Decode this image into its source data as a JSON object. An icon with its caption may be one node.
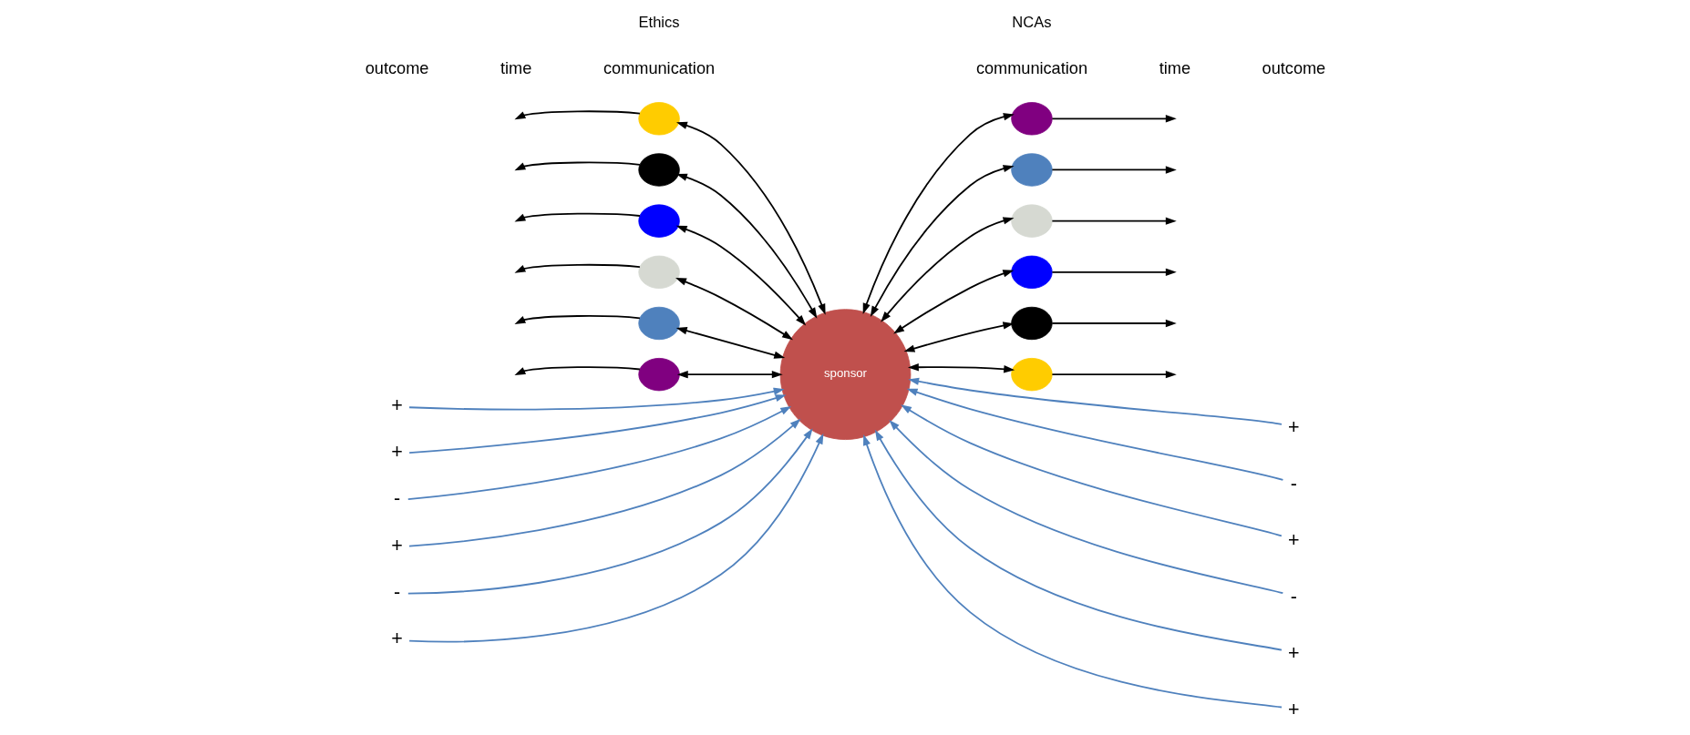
{
  "diagram": {
    "nodes": [
      {
        "text": [
          "sponsor"
        ]
      },
      {
        "text": [],
        "shape": "circle"
      },
      {
        "text": [],
        "shape": "circle"
      },
      {
        "text": [],
        "shape": "circle"
      },
      {
        "text": [],
        "shape": "circle"
      },
      {
        "text": [],
        "shape": "circle"
      },
      {
        "text": [],
        "shape": "circle"
      },
      {
        "text": [],
        "shape": "circle"
      },
      {
        "text": [],
        "shape": "circle"
      },
      {
        "text": [],
        "shape": "circle"
      },
      {
        "text": [],
        "shape": "circle"
      },
      {
        "text": [],
        "shape": "circle"
      },
      {
        "text": [],
        "shape": "circle"
      },
      {
        "text": [
          "+"
        ]
      },
      {
        "text": [
          "+"
        ]
      },
      {
        "text": [
          "-"
        ]
      },
      {
        "text": [
          "+"
        ]
      },
      {
        "text": [
          "-"
        ]
      },
      {
        "text": [
          "+"
        ]
      },
      {
        "text": [
          "+"
        ]
      },
      {
        "text": [
          "-"
        ]
      },
      {
        "text": [
          "+"
        ]
      },
      {
        "text": [
          "-"
        ]
      },
      {
        "text": [
          "+"
        ]
      },
      {
        "text": [
          "+"
        ]
      }
    ],
    "edges": [
      {
        "from": 1,
        "to": 0,
        "arrow": "both"
      },
      {
        "from": 2,
        "to": 0,
        "arrow": "both"
      },
      {
        "from": 3,
        "to": 0,
        "arrow": "both"
      },
      {
        "from": 4,
        "to": 0,
        "arrow": "both"
      },
      {
        "from": 5,
        "to": 0,
        "arrow": "both"
      },
      {
        "from": 6,
        "to": 0,
        "arrow": "both"
      },
      {
        "from": 7,
        "to": 0,
        "arrow": "both"
      },
      {
        "from": 8,
        "to": 0,
        "arrow": "both"
      },
      {
        "from": 9,
        "to": 0,
        "arrow": "both"
      },
      {
        "from": 10,
        "to": 0,
        "arrow": "both"
      },
      {
        "from": 11,
        "to": 0,
        "arrow": "both"
      },
      {
        "from": 12,
        "to": 0,
        "arrow": "both"
      },
      {
        "from": 1,
        "to": null,
        "arrow": "to"
      },
      {
        "from": 2,
        "to": null,
        "arrow": "to"
      },
      {
        "from": 3,
        "to": null,
        "arrow": "to"
      },
      {
        "from": 4,
        "to": null,
        "arrow": "to"
      },
      {
        "from": 5,
        "to": null,
        "arrow": "to"
      },
      {
        "from": 6,
        "to": null,
        "arrow": "to"
      },
      {
        "from": 7,
        "to": null,
        "arrow": "to"
      },
      {
        "from": 8,
        "to": null,
        "arrow": "to"
      },
      {
        "from": 9,
        "to": null,
        "arrow": "to"
      },
      {
        "from": 10,
        "to": null,
        "arrow": "to"
      },
      {
        "from": 11,
        "to": null,
        "arrow": "to"
      },
      {
        "from": 12,
        "to": null,
        "arrow": "to"
      },
      {
        "from": 13,
        "to": 0,
        "arrow": "to",
        "color": "#4f81bd"
      },
      {
        "from": 14,
        "to": 0,
        "arrow": "to",
        "color": "#4f81bd"
      },
      {
        "from": 15,
        "to": 0,
        "arrow": "to",
        "color": "#4f81bd"
      },
      {
        "from": 16,
        "to": 0,
        "arrow": "to",
        "color": "#4f81bd"
      },
      {
        "from": 17,
        "to": 0,
        "arrow": "to",
        "color": "#4f81bd"
      },
      {
        "from": 18,
        "to": 0,
        "arrow": "to",
        "color": "#4f81bd"
      },
      {
        "from": 19,
        "to": 0,
        "arrow": "to",
        "color": "#4f81bd"
      },
      {
        "from": 20,
        "to": 0,
        "arrow": "to",
        "color": "#4f81bd"
      },
      {
        "from": 21,
        "to": 0,
        "arrow": "to",
        "color": "#4f81bd"
      },
      {
        "from": 22,
        "to": 0,
        "arrow": "to",
        "color": "#4f81bd"
      },
      {
        "from": 23,
        "to": 0,
        "arrow": "to",
        "color": "#4f81bd"
      },
      {
        "from": 24,
        "to": 0,
        "arrow": "to",
        "color": "#4f81bd"
      }
    ],
    "labels": [
      "outcome",
      "time",
      "communication",
      "communication",
      "time",
      "outcome",
      "Ethics",
      "NCAs"
    ]
  }
}
